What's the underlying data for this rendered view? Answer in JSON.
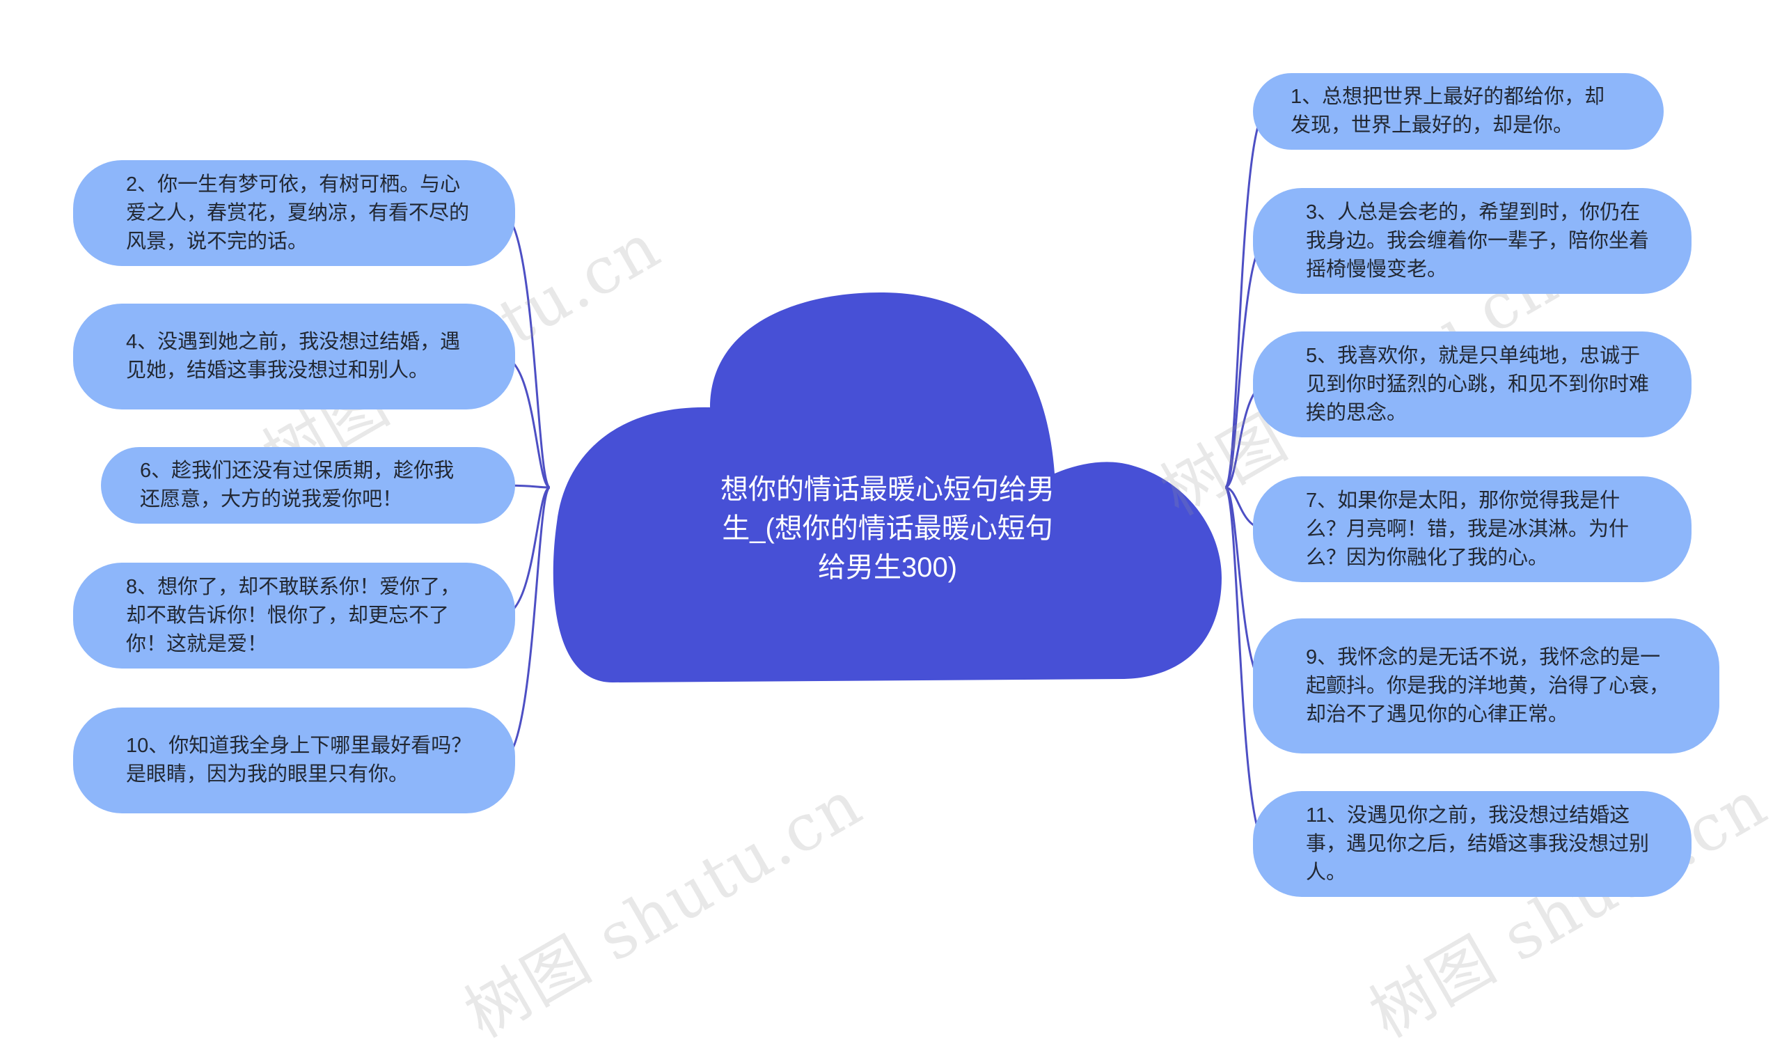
{
  "colors": {
    "center": "#4750d6",
    "node": "#8db6fa",
    "connector": "#4d4fc4",
    "node_text": "#222833",
    "center_text": "#ffffff"
  },
  "center": {
    "title": "想你的情话最暖心短句给男生_(想你的情话最暖心短句给男生300)",
    "shape": "cloud"
  },
  "left_items": [
    "2、你一生有梦可依，有树可栖。与心爱之人，春赏花，夏纳凉，有看不尽的风景，说不完的话。",
    "4、没遇到她之前，我没想过结婚，遇见她，结婚这事我没想过和别人。",
    "6、趁我们还没有过保质期，趁你我还愿意，大方的说我爱你吧！",
    "8、想你了，却不敢联系你！爱你了，却不敢告诉你！恨你了，却更忘不了你！这就是爱！",
    "10、你知道我全身上下哪里最好看吗？是眼睛，因为我的眼里只有你。"
  ],
  "right_items": [
    "1、总想把世界上最好的都给你，却发现，世界上最好的，却是你。",
    "3、人总是会老的，希望到时，你仍在我身边。我会缠着你一辈子，陪你坐着摇椅慢慢变老。",
    "5、我喜欢你，就是只单纯地，忠诚于见到你时猛烈的心跳，和见不到你时难挨的思念。",
    "7、如果你是太阳，那你觉得我是什么？月亮啊！错，我是冰淇淋。为什么？因为你融化了我的心。",
    "9、我怀念的是无话不说，我怀念的是一起颤抖。你是我的洋地黄，治得了心衰，却治不了遇见你的心律正常。",
    "11、没遇见你之前，我没想过结婚这事，遇见你之后，结婚这事我没想过别人。"
  ],
  "watermark": "树图 shutu.cn"
}
